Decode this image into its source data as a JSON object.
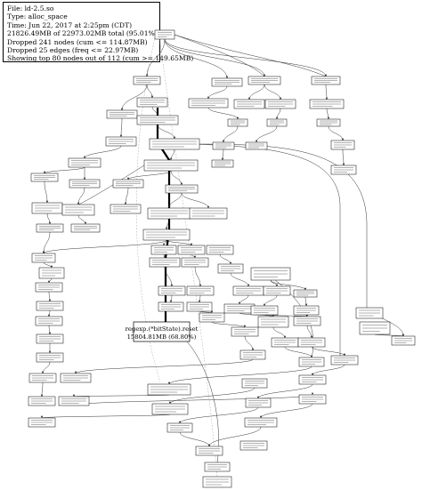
{
  "legend": {
    "lines": [
      "File: ld-2.5.so",
      "Type: alloc_space",
      "Time: Jun 22, 2017 at 2:25pm (CDT)",
      "21826.49MB of 22973.02MB total (95.01%)",
      "Dropped 241 nodes (cum <= 114.87MB)",
      "Dropped 25 edges (freq <= 22.97MB)",
      "Showing top 80 nodes out of 112 (cum >= 149.65MB)"
    ]
  },
  "hot_node": {
    "line1": "regexp.(*bitState).reset",
    "line2": "15804.81MB (68.80%)"
  }
}
